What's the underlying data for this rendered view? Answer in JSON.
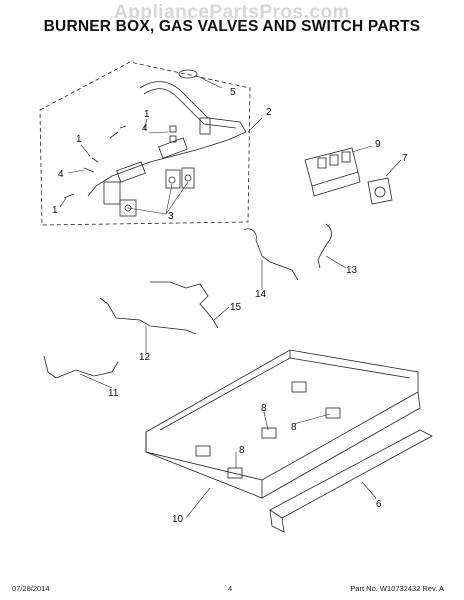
{
  "watermark": "AppliancePartsPros.com",
  "title": "BURNER BOX, GAS VALVES AND SWITCH PARTS",
  "callouts": {
    "c1": "1",
    "c2": "2",
    "c3": "3",
    "c4": "4",
    "c5": "5",
    "c6": "6",
    "c7": "7",
    "c8": "8",
    "c9": "9",
    "c10": "10",
    "c11": "11",
    "c12": "12",
    "c13": "13",
    "c14": "14",
    "c15": "15"
  },
  "footer": {
    "date": "07/28/2014",
    "page": "4",
    "part_no": "Part No.  W10732432   Rev.  A"
  }
}
